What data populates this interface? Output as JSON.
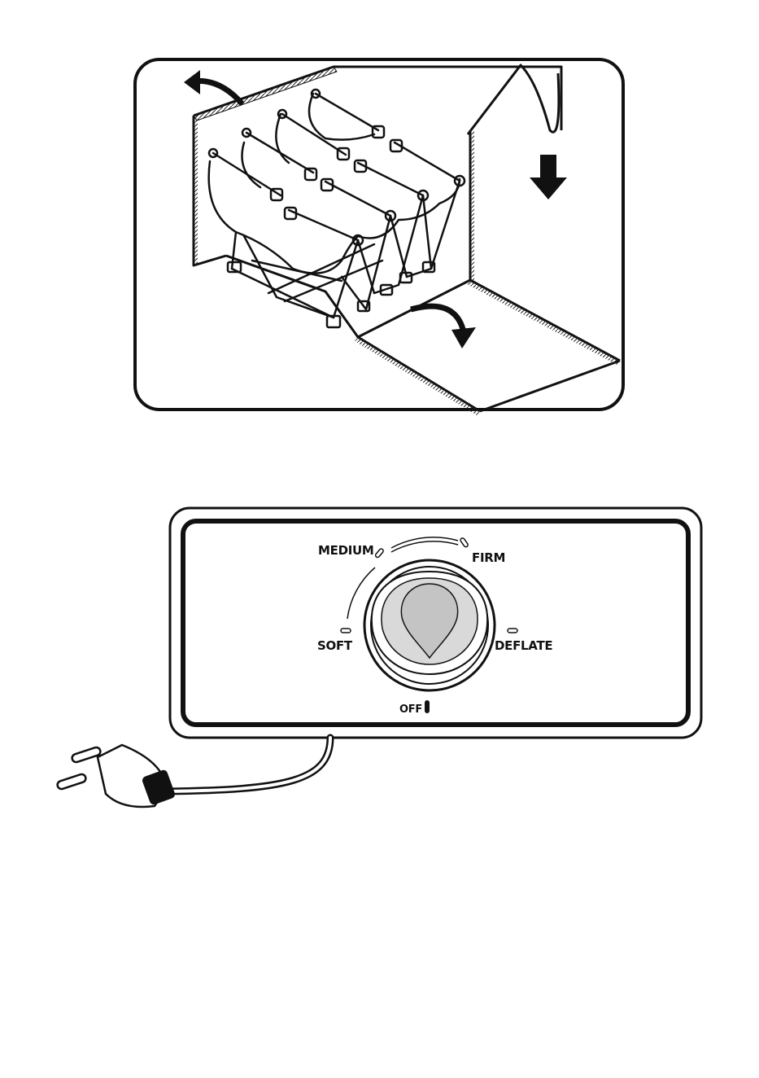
{
  "control_panel": {
    "settings": {
      "medium": "MEDIUM",
      "firm": "FIRM",
      "soft": "SOFT",
      "deflate": "DEFLATE",
      "off": "OFF"
    }
  }
}
